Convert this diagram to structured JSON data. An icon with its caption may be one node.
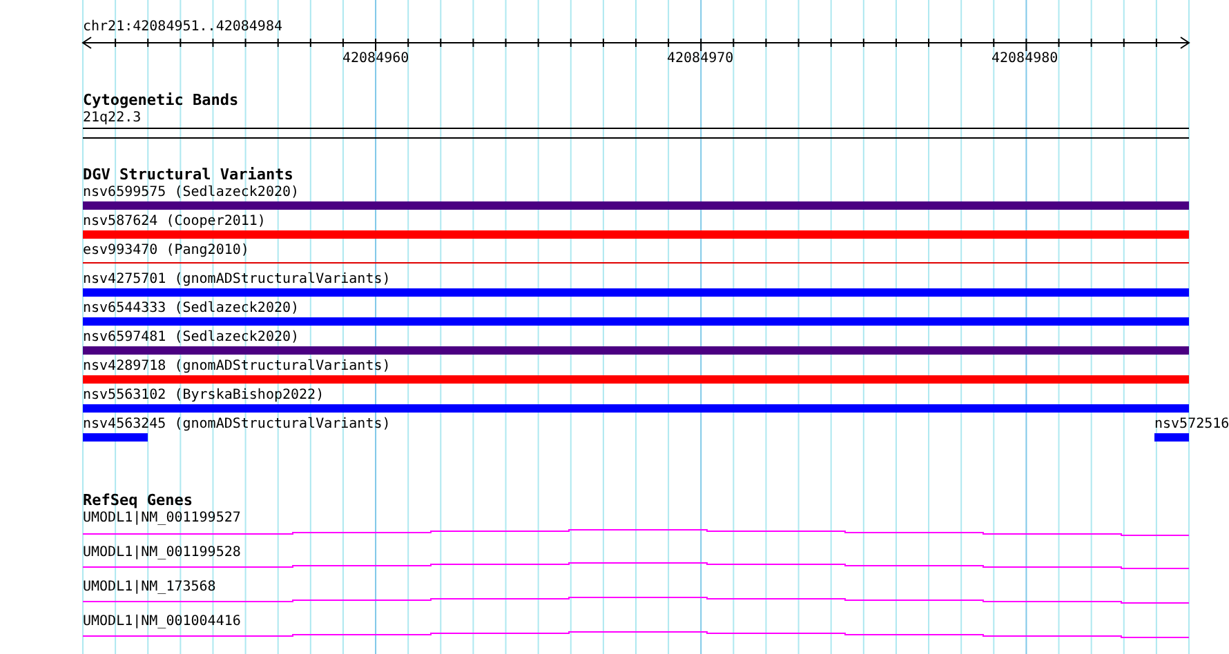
{
  "diagram": {
    "nodes": [
      {
        "text": [],
        "shape": "bar",
        "beside": [
          "nsv6599575 (Sedlazeck2020)"
        ]
      },
      {
        "text": [],
        "shape": "bar",
        "beside": [
          "nsv587624 (Cooper2011)"
        ]
      },
      {
        "text": [],
        "shape": "bar",
        "beside": [
          "esv993470 (Pang2010)"
        ]
      },
      {
        "text": [],
        "shape": "bar",
        "beside": [
          "nsv4275701 (gnomADStructuralVariants)"
        ]
      },
      {
        "text": [],
        "shape": "bar",
        "beside": [
          "nsv6544333 (Sedlazeck2020)"
        ]
      },
      {
        "text": [],
        "shape": "bar",
        "beside": [
          "nsv6597481 (Sedlazeck2020)"
        ]
      },
      {
        "text": [],
        "shape": "bar",
        "beside": [
          "nsv4289718 (gnomADStructuralVariants)"
        ]
      },
      {
        "text": [],
        "shape": "bar",
        "beside": [
          "nsv5563102 (ByrskaBishop2022)"
        ]
      },
      {
        "text": [],
        "shape": "bar",
        "beside": [
          "nsv4563245 (gnomADStructuralVariants)"
        ]
      },
      {
        "text": [],
        "shape": "bar",
        "beside": [
          "nsv572516"
        ]
      },
      {
        "text": [],
        "shape": "bar",
        "beside": [
          "UMODL1|NM_001199527"
        ]
      },
      {
        "text": [],
        "shape": "bar",
        "beside": [
          "UMODL1|NM_001199528"
        ]
      },
      {
        "text": [],
        "shape": "bar",
        "beside": [
          "UMODL1|NM_173568"
        ]
      },
      {
        "text": [],
        "shape": "bar",
        "beside": [
          "UMODL1|NM_001004416"
        ]
      }
    ],
    "labels": [
      "chr21:42084951..42084984",
      "42084960",
      "42084970",
      "42084980",
      "Cytogenetic Bands",
      "21q22.3",
      "DGV Structural Variants",
      "RefSeq Genes"
    ]
  }
}
